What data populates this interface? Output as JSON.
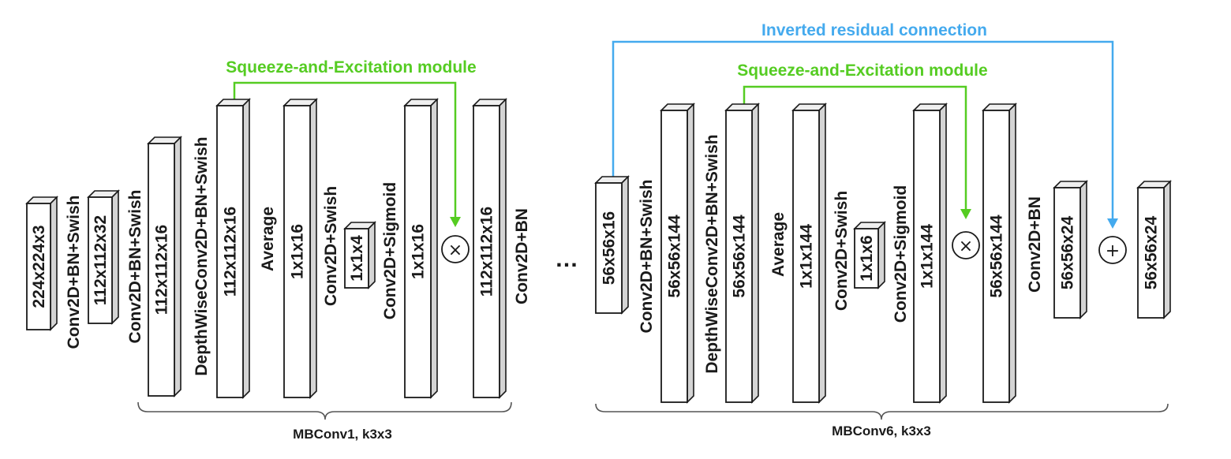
{
  "colors": {
    "se_line": "#55cc22",
    "residual_line": "#44aaee",
    "outline": "#1a1a1a",
    "box_side": "#d4d4d4",
    "box_top": "#efefef"
  },
  "connections": {
    "se_module_label": "Squeeze-and-Excitation module",
    "residual_label": "Inverted residual connection"
  },
  "operators": {
    "multiply": "×",
    "add": "+"
  },
  "ellipsis": "…",
  "blocks": [
    {
      "brace_label": "MBConv1, k3x3",
      "tensors": [
        "224x224x3",
        "112x112x32",
        "112x112x16",
        "112x112x16",
        "1x1x16",
        "1x1x4",
        "1x1x16",
        "112x112x16"
      ],
      "ops": [
        "Conv2D+BN+Swish",
        "Conv2D+BN+Swish",
        "DepthWiseConv2D+BN+Swish",
        "Average",
        "Conv2D+Swish",
        "Conv2D+Sigmoid",
        "Conv2D+BN"
      ]
    },
    {
      "brace_label": "MBConv6, k3x3",
      "tensors": [
        "56x56x16",
        "56x56x144",
        "56x56x144",
        "1x1x144",
        "1x1x6",
        "1x1x144",
        "56x56x144",
        "56x56x24",
        "56x56x24"
      ],
      "ops": [
        "Conv2D+BN+Swish",
        "DepthWiseConv2D+BN+Swish",
        "Average",
        "Conv2D+Swish",
        "Conv2D+Sigmoid",
        "Conv2D+BN"
      ]
    }
  ]
}
